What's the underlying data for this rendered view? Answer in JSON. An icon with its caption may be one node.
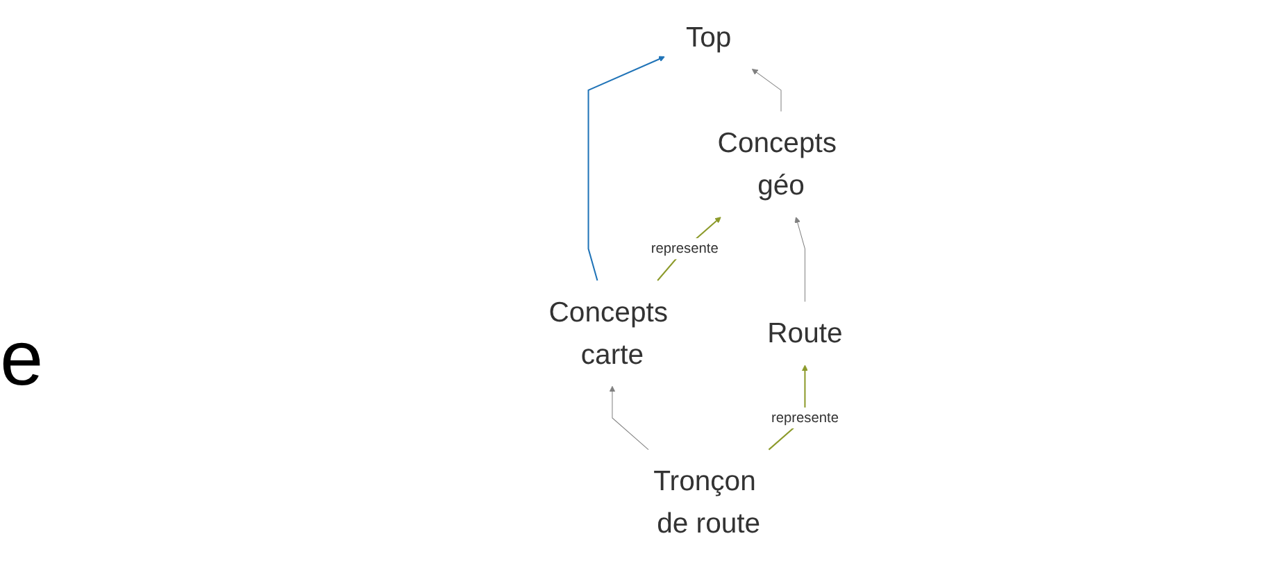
{
  "diagram": {
    "nodes": [
      {
        "text": [
          "Top"
        ]
      },
      {
        "text": [
          "Concepts carte"
        ]
      },
      {
        "text": [
          "Concepts géo"
        ]
      },
      {
        "text": [
          "Tronçon de route"
        ]
      },
      {
        "text": [
          "Route"
        ]
      }
    ],
    "edges": [
      {
        "from": 1,
        "to": 0,
        "arrow": "to",
        "color": "#1f73b7"
      },
      {
        "from": 2,
        "to": 0,
        "arrow": "to"
      },
      {
        "from": 1,
        "to": 2,
        "arrow": "to",
        "label": "represente",
        "color": "#8c9a2a"
      },
      {
        "from": 3,
        "to": 1,
        "arrow": "to"
      },
      {
        "from": 4,
        "to": 2,
        "arrow": "to"
      },
      {
        "from": 3,
        "to": 4,
        "arrow": "to",
        "label": "represente",
        "color": "#8c9a2a"
      }
    ],
    "labels": [
      "e"
    ]
  }
}
